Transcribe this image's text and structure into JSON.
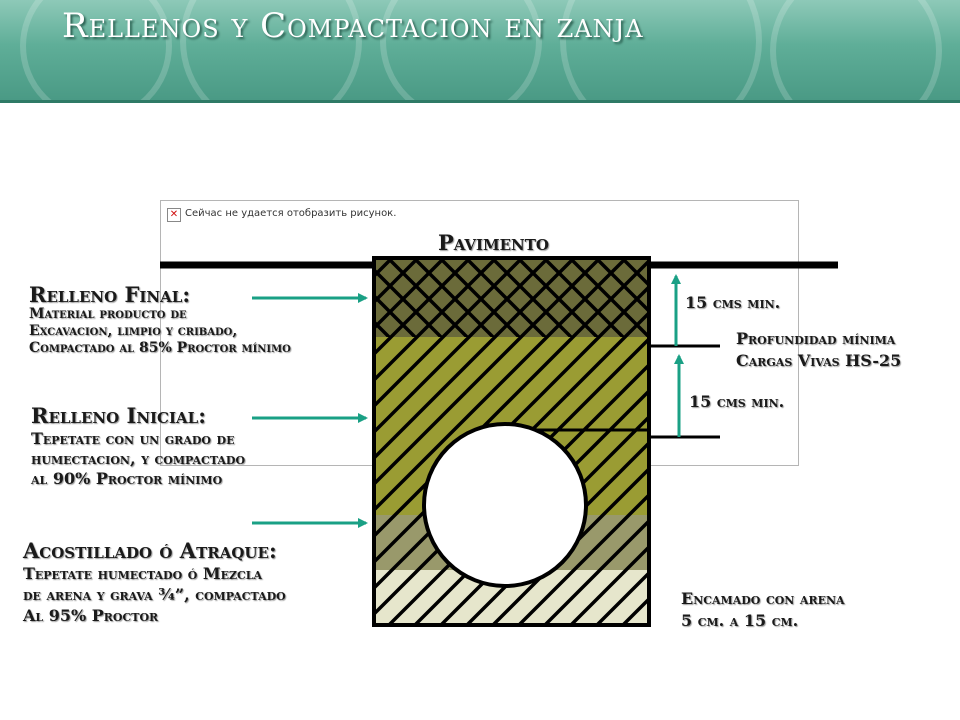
{
  "slide": {
    "title": "Rellenos y Compactacion en zanja",
    "broken_image_text": "Сейчас не удается отобразить рисунок."
  },
  "diagram": {
    "pavimento": "Pavimento",
    "relleno_final": {
      "title": "Relleno Final:",
      "lines": [
        "Material producto de",
        "Excavacion, limpio y cribado,",
        "Compactado al 85% Proctor mínimo"
      ]
    },
    "relleno_inicial": {
      "title": "Relleno Inicial:",
      "lines": [
        "Tepetate con un grado de",
        "humectacion, y compactado",
        "al 90% Proctor mínimo"
      ]
    },
    "acostillado": {
      "title": "Acostillado ó Atraque:",
      "lines": [
        "Tepetate humectado ó Mezcla",
        "de arena y grava ¾”, compactado",
        "Al 95% Proctor"
      ]
    },
    "dim_top": "15 cms min.",
    "dim_bottom": "15 cms min.",
    "profundidad": [
      "Profundidad mínima",
      "Cargas Vivas HS-25"
    ],
    "encamado": [
      "Encamado con arena",
      "5 cm. a 15 cm."
    ]
  },
  "colors": {
    "header": "#5fae98",
    "arrow": "#1aa085",
    "layer_final": "#6b6b3a",
    "layer_initial": "#9a9c33",
    "layer_haunch": "#99996b",
    "layer_bedding": "#e6e6cc"
  }
}
